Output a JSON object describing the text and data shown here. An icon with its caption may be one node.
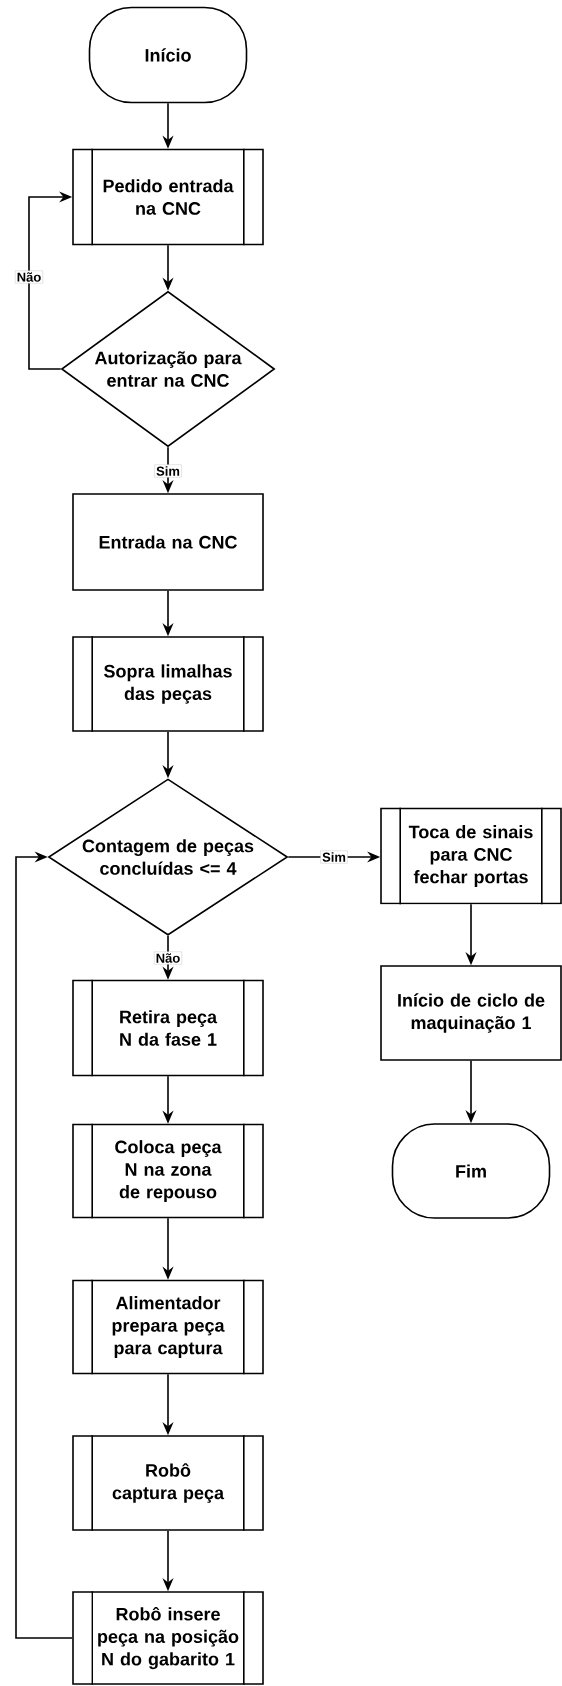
{
  "diagram": {
    "nodes": [
      {
        "text": [
          "Início"
        ]
      },
      {
        "text": [
          "Pedido entrada na CNC"
        ]
      },
      {
        "text": [
          "Autorização para entrar na CNC"
        ]
      },
      {
        "text": [
          "Entrada na CNC"
        ]
      },
      {
        "text": [
          "Sopra limalhas das peças"
        ]
      },
      {
        "text": [
          "Contagem de peças concluídas <= 4"
        ]
      },
      {
        "text": [
          "Toca de sinais para CNC fechar portas"
        ]
      },
      {
        "text": [
          "Início de ciclo de maquinação 1"
        ]
      },
      {
        "text": [
          "Fim"
        ]
      },
      {
        "text": [
          "Retira peça N da fase 1"
        ]
      },
      {
        "text": [
          "Coloca peça N na zona de repouso"
        ]
      },
      {
        "text": [
          "Alimentador prepara peça para captura"
        ]
      },
      {
        "text": [
          "Robô captura peça"
        ]
      },
      {
        "text": [
          "Robô insere peça na posição N do gabarito 1"
        ]
      }
    ],
    "edges": [
      {
        "from": 0,
        "to": 1,
        "arrow": "to"
      },
      {
        "from": 1,
        "to": 2,
        "arrow": "to"
      },
      {
        "from": 2,
        "to": 1,
        "arrow": "to",
        "label": "Não"
      },
      {
        "from": 2,
        "to": 3,
        "arrow": "to",
        "label": "Sim"
      },
      {
        "from": 3,
        "to": 4,
        "arrow": "to"
      },
      {
        "from": 4,
        "to": 5,
        "arrow": "to"
      },
      {
        "from": 5,
        "to": 6,
        "arrow": "to",
        "label": "Sim"
      },
      {
        "from": 6,
        "to": 7,
        "arrow": "to"
      },
      {
        "from": 7,
        "to": 8,
        "arrow": "to"
      },
      {
        "from": 5,
        "to": 9,
        "arrow": "to",
        "label": "Não"
      },
      {
        "from": 9,
        "to": 10,
        "arrow": "to"
      },
      {
        "from": 10,
        "to": 11,
        "arrow": "to"
      },
      {
        "from": 11,
        "to": 12,
        "arrow": "to"
      },
      {
        "from": 12,
        "to": 13,
        "arrow": "to"
      },
      {
        "from": 13,
        "to": 5,
        "arrow": "to"
      }
    ]
  }
}
